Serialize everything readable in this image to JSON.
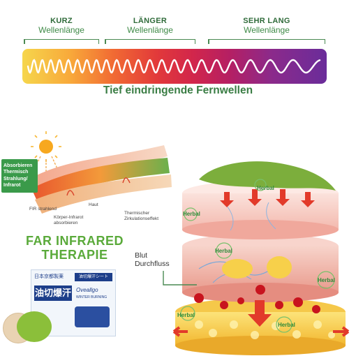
{
  "wavelengths": [
    {
      "title": "KURZ",
      "sub": "Wellenlänge"
    },
    {
      "title": "LÄNGER",
      "sub": "Wellenlänge"
    },
    {
      "title": "SEHR LANG",
      "sub": "Wellenlänge"
    }
  ],
  "headline": "Tief eindringende Fernwellen",
  "diagram": {
    "box_label": "Absorbieren Thermisch Strahlung/ Infrarot",
    "fir": "FIR strahlend",
    "haut": "Haut",
    "koerper": "Körper-Infrarot absorbieren",
    "zirk": "Thermischer Zirkulationseffekt"
  },
  "therapy_title_line1": "FAR INFRARED",
  "therapy_title_line2": "THERAPIE",
  "package": {
    "top_left": "日本京都製薬",
    "top_right": "油切爆汗シート",
    "main": "油切爆汗",
    "brand": "Oveallgo",
    "brand_sub": "WINTER BURNING"
  },
  "layers": {
    "herbal": "Herbal",
    "blut_line1": "Blut",
    "blut_line2": "Durchfluss"
  },
  "colors": {
    "brand_green": "#3a7d44",
    "patch_green": "#8bbf3a"
  }
}
